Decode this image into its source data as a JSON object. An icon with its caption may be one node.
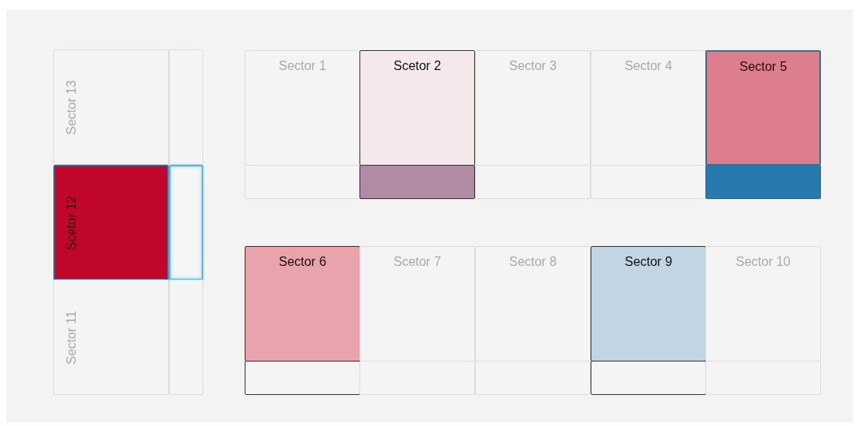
{
  "diagram": {
    "nodes": [
      {
        "text": [
          "Sector 13"
        ]
      },
      {
        "text": [],
        "shape": "box"
      },
      {
        "text": [
          "Scetor 12"
        ]
      },
      {
        "text": [],
        "shape": "box"
      },
      {
        "text": [
          "Sector 11"
        ]
      },
      {
        "text": [],
        "shape": "box"
      },
      {
        "text": [
          "Sector 1"
        ]
      },
      {
        "text": [
          "Scetor 2"
        ]
      },
      {
        "text": [
          "Sector 3"
        ]
      },
      {
        "text": [
          "Sector 4"
        ]
      },
      {
        "text": [
          "Sector 5"
        ]
      },
      {
        "text": [],
        "shape": "box"
      },
      {
        "text": [],
        "shape": "box"
      },
      {
        "text": [],
        "shape": "box"
      },
      {
        "text": [],
        "shape": "box"
      },
      {
        "text": [],
        "shape": "box"
      },
      {
        "text": [
          "Sector 6"
        ]
      },
      {
        "text": [
          "Scetor 7"
        ]
      },
      {
        "text": [
          "Sector 8"
        ]
      },
      {
        "text": [
          "Sector 9"
        ]
      },
      {
        "text": [
          "Sector 10"
        ]
      },
      {
        "text": [],
        "shape": "box"
      },
      {
        "text": [],
        "shape": "box"
      },
      {
        "text": [],
        "shape": "box"
      },
      {
        "text": [],
        "shape": "box"
      },
      {
        "text": [],
        "shape": "box"
      }
    ]
  }
}
